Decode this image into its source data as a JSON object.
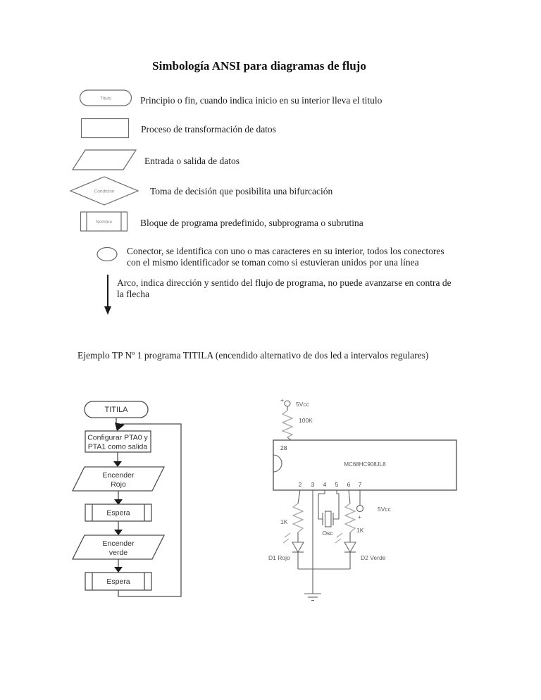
{
  "page": {
    "title": "Simbología ANSI para diagramas de flujo"
  },
  "legend": {
    "items": [
      {
        "name": "terminator",
        "label": "Titulo",
        "lines": [
          "Principio o fin, cuando indica inicio en su interior lleva el titulo"
        ]
      },
      {
        "name": "process",
        "lines": [
          "Proceso de transformación de datos"
        ]
      },
      {
        "name": "input-output",
        "lines": [
          "Entrada o salida de datos"
        ]
      },
      {
        "name": "decision",
        "label": "Condicion",
        "lines": [
          "Toma de decisión que posibilita una bifurcación"
        ]
      },
      {
        "name": "predefined-process",
        "label": "Nombre",
        "lines": [
          "Bloque de programa predefinido, subprograma o subrutina"
        ]
      },
      {
        "name": "connector",
        "lines": [
          "Conector, se identifica con uno o mas caracteres en su interior, todos los conectores",
          "con el mismo identificador se toman como si estuvieran unidos por una línea"
        ]
      },
      {
        "name": "flow-arrow",
        "lines": [
          "Arco, indica dirección y sentido del flujo de programa, no puede avanzarse en contra de",
          "la flecha"
        ]
      }
    ]
  },
  "example": {
    "caption": "Ejemplo TP Nº 1 programa TITILA (encendido alternativo de dos led a intervalos regulares)"
  },
  "flowchart": {
    "start": "TITILA",
    "process1_line1": "Configurar PTA0 y",
    "process1_line2": "PTA1 como salida",
    "io1_line1": "Encender",
    "io1_line2": "Rojo",
    "sub1": "Espera",
    "io2_line1": "Encender",
    "io2_line2": "verde",
    "sub2": "Espera"
  },
  "circuit": {
    "vcc_top": "5Vcc",
    "plus_top": "+",
    "r_pullup": "100K",
    "pin28": "28",
    "ic_label": "MC68HC908JL8",
    "pins": [
      "2",
      "3",
      "4",
      "5",
      "6",
      "7"
    ],
    "r_left": "1K",
    "r_right": "1K",
    "osc": "Osc",
    "vcc_right": "5Vcc",
    "plus_right": "+",
    "d1": "D1 Rojo",
    "d2": "D2 Verde"
  },
  "colors": {
    "ink": "#1c1c1c",
    "outline_gray": "#5f5f5f",
    "resistor_gray": "#a8a8a8"
  }
}
